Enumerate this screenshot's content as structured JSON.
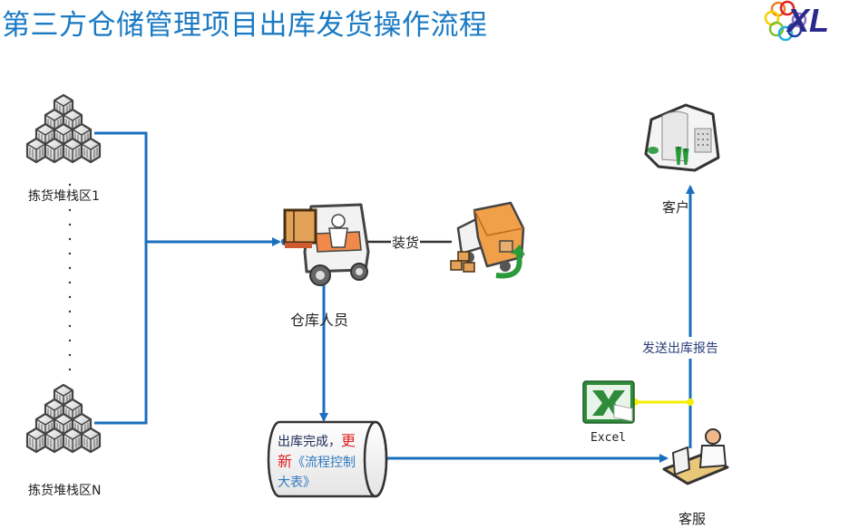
{
  "title": "第三方仓储管理项目出库发货操作流程",
  "logo": {
    "text": "XL",
    "icon": "rings-logo-icon"
  },
  "colors": {
    "title": "#1a7ac4",
    "flow_line": "#1a6fbf",
    "excel_link": "#f5ee00",
    "arrow_green": "#2a9a3a"
  },
  "nodes": {
    "stack_1": {
      "label": "拣货堆栈区1",
      "icon": "stacked-boxes-icon"
    },
    "stack_n": {
      "label": "拣货堆栈区N",
      "icon": "stacked-boxes-icon"
    },
    "warehouse_staff": {
      "label": "仓库人员",
      "icon": "forklift-icon"
    },
    "truck": {
      "icon": "delivery-truck-icon"
    },
    "completion": {
      "line1": "出库完成，",
      "line1_red": "更",
      "line2_red": "新",
      "line2_blue": "《流程控制",
      "line3_blue": "大表》",
      "shape": "drum"
    },
    "excel": {
      "label": "Excel",
      "icon": "excel-icon"
    },
    "customer_service": {
      "label": "客服",
      "icon": "desk-worker-icon"
    },
    "customer": {
      "label": "客户",
      "icon": "office-building-icon"
    }
  },
  "edges": {
    "loading": "装货",
    "send_report": "发送出库报告"
  }
}
